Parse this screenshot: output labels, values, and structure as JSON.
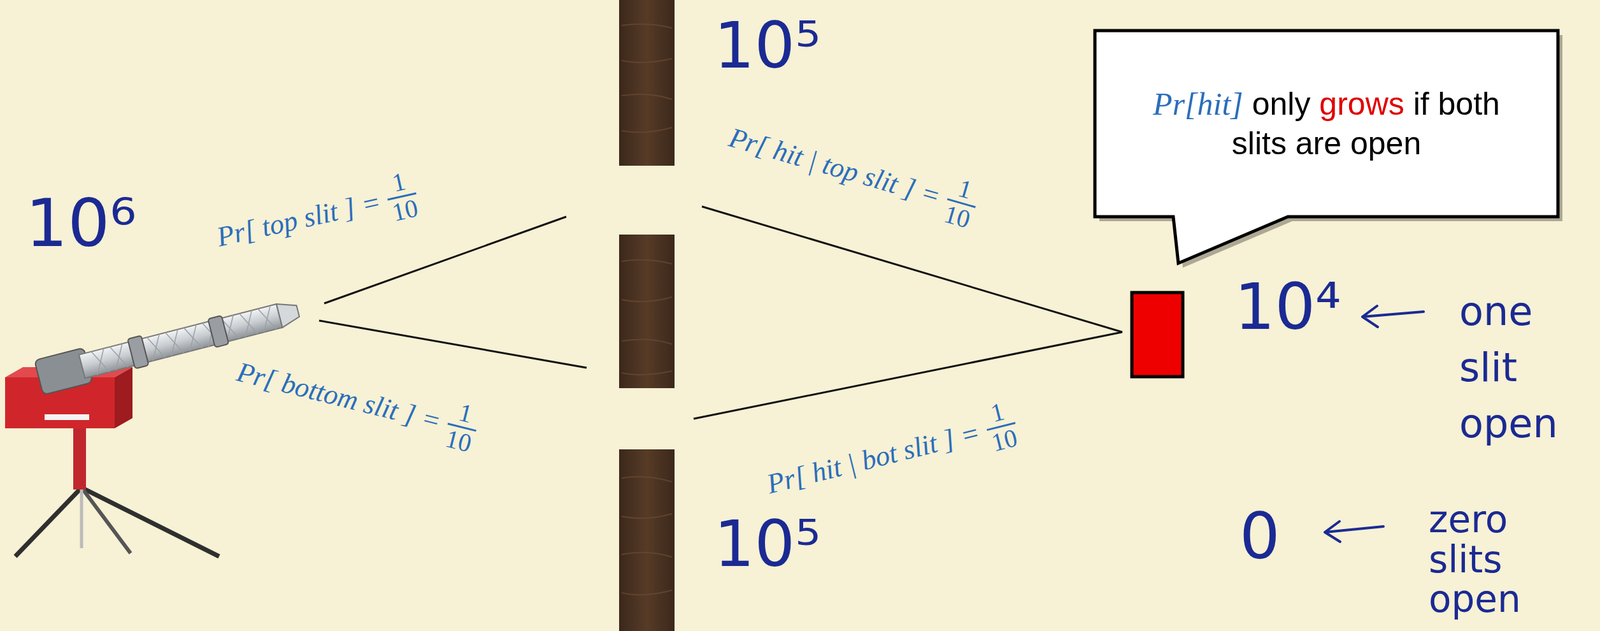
{
  "diagram": {
    "nodes": [
      {
        "text": [
          "Pr[hit] only grows if both slits are open"
        ]
      }
    ],
    "labels": [
      "10⁶",
      "Pr[ top slit ] =",
      "1",
      "10",
      "Pr[ bottom slit ] =",
      "1",
      "10",
      "10⁵",
      "Pr[ hit | top slit ] =",
      "1",
      "10",
      "Pr[ hit | bot slit ] =",
      "1",
      "10",
      "10⁵",
      "10⁴",
      "one slit open",
      "0",
      "zero slits open"
    ]
  }
}
